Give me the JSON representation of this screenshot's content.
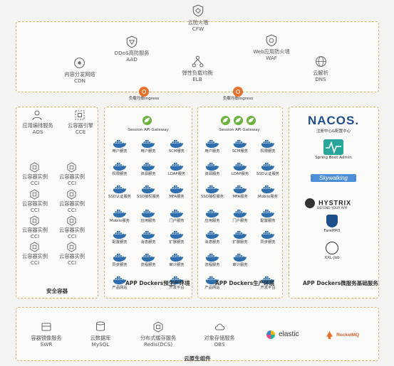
{
  "top": {
    "cfw": {
      "line1": "云防火墙",
      "line2": "CFW"
    },
    "aad": {
      "line1": "DDoS高防服务",
      "line2": "AAD"
    },
    "waf": {
      "line1": "Web应用防火墙",
      "line2": "WAF"
    },
    "cdn": {
      "line1": "内容分发网络",
      "line2": "CDN"
    },
    "elb": {
      "line1": "弹性负载均衡",
      "line2": "ELB"
    },
    "dns": {
      "line1": "云解析",
      "line2": "DNS"
    }
  },
  "ingress": {
    "line1": "负载均衡",
    "line2": "Ingress"
  },
  "gateway": "Session API Gateway",
  "security": {
    "aos": {
      "line1": "应用编排服务",
      "line2": "AOS"
    },
    "cce": {
      "line1": "云容器引擎",
      "line2": "CCE"
    },
    "cci": {
      "line1": "云容器实例",
      "line2": "CCI"
    },
    "title": "安全容器"
  },
  "preprod": {
    "services": [
      "用户服务",
      "用户服务",
      "SCM服务",
      "权限服务",
      "资源服务",
      "LDAP服务",
      "SSO认证服务",
      "SSO授权服务",
      "MFA服务",
      "Mobile服务",
      "应用服务",
      "门户服务",
      "配置服务",
      "消息服务",
      "扩展服务",
      "同步服务",
      "流程服务",
      "审计服务"
    ],
    "bottom": [
      "产品网站",
      "开发平台"
    ],
    "title_line1": "APP Dockers",
    "title_line2": "预生产环境"
  },
  "prod": {
    "services": [
      "用户服务",
      "SCM服务",
      "权限服务",
      "资源服务",
      "LDAP服务",
      "SSO认证服务",
      "SSO授权服务",
      "MFA服务",
      "Mobile服务",
      "应用服务",
      "门户服务",
      "配置服务",
      "消息服务",
      "扩展服务",
      "同步服务",
      "流程服务",
      "审计服务"
    ],
    "bottom": [
      "产品网站",
      "开发平台"
    ],
    "title_line1": "APP Dockers",
    "title_line2": "生产环境"
  },
  "micro": {
    "nacos": "NACOS.",
    "nacos_sub": "注册中心&配置中心",
    "springboot": "Spring Boot Admin",
    "skywalking": "Skywalking",
    "hystrix": "HYSTRIX",
    "hystrix_sub": "DEFEND YOUR APP",
    "farepm": "FarePM3",
    "xxljob": "XXL-Job",
    "title_line1": "APP Dockers",
    "title_line2": "微服务基础服务"
  },
  "bottom": {
    "swr": {
      "line1": "容器镜像服务",
      "line2": "SWR"
    },
    "mysql": {
      "line1": "云数据库",
      "line2": "MySQL"
    },
    "redis": {
      "line1": "分布式缓存服务",
      "line2": "Redis(DCS)"
    },
    "obs": {
      "line1": "对象存储服务",
      "line2": "OBS"
    },
    "elastic": "elastic",
    "rocketmq": "RocketMQ",
    "title": "云原生组件"
  },
  "colors": {
    "docker": "#2e6eaa",
    "spring": "#6cb43f",
    "ingress": "#e8702a",
    "border": "#d7b46a",
    "nacos": "#1f4e8c"
  }
}
